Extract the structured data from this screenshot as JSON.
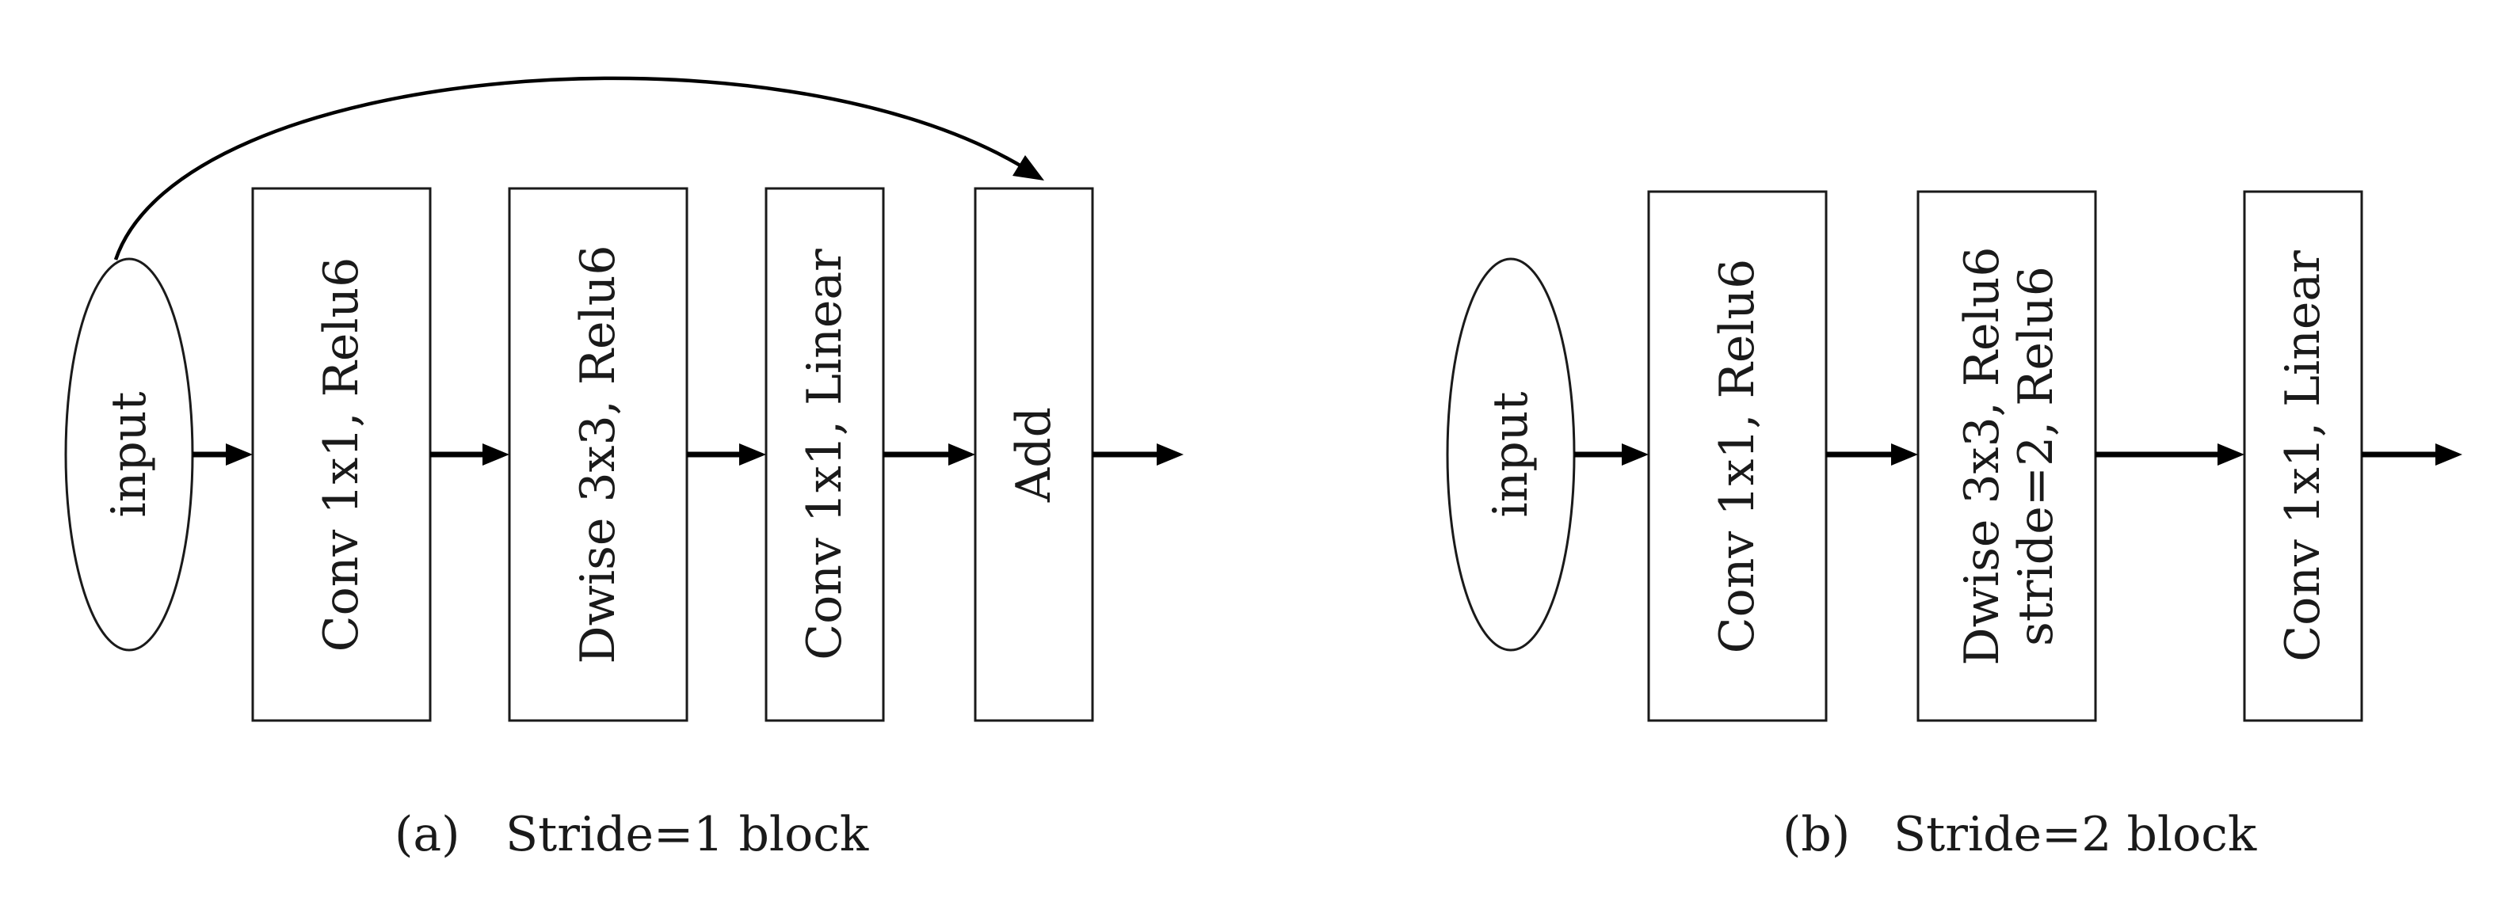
{
  "panel_a": {
    "input_label": "input",
    "blocks": [
      "Conv 1x1, Relu6",
      "Dwise 3x3, Relu6",
      "Conv 1x1, Linear",
      "Add"
    ],
    "caption_tag": "(a)",
    "caption_text": "Stride=1 block"
  },
  "panel_b": {
    "input_label": "input",
    "blocks": [
      "Conv 1x1, Relu6",
      "Dwise 3x3, Relu6",
      "Conv 1x1, Linear"
    ],
    "block_line2": "stride=2, Relu6",
    "caption_tag": "(b)",
    "caption_text": "Stride=2 block"
  }
}
